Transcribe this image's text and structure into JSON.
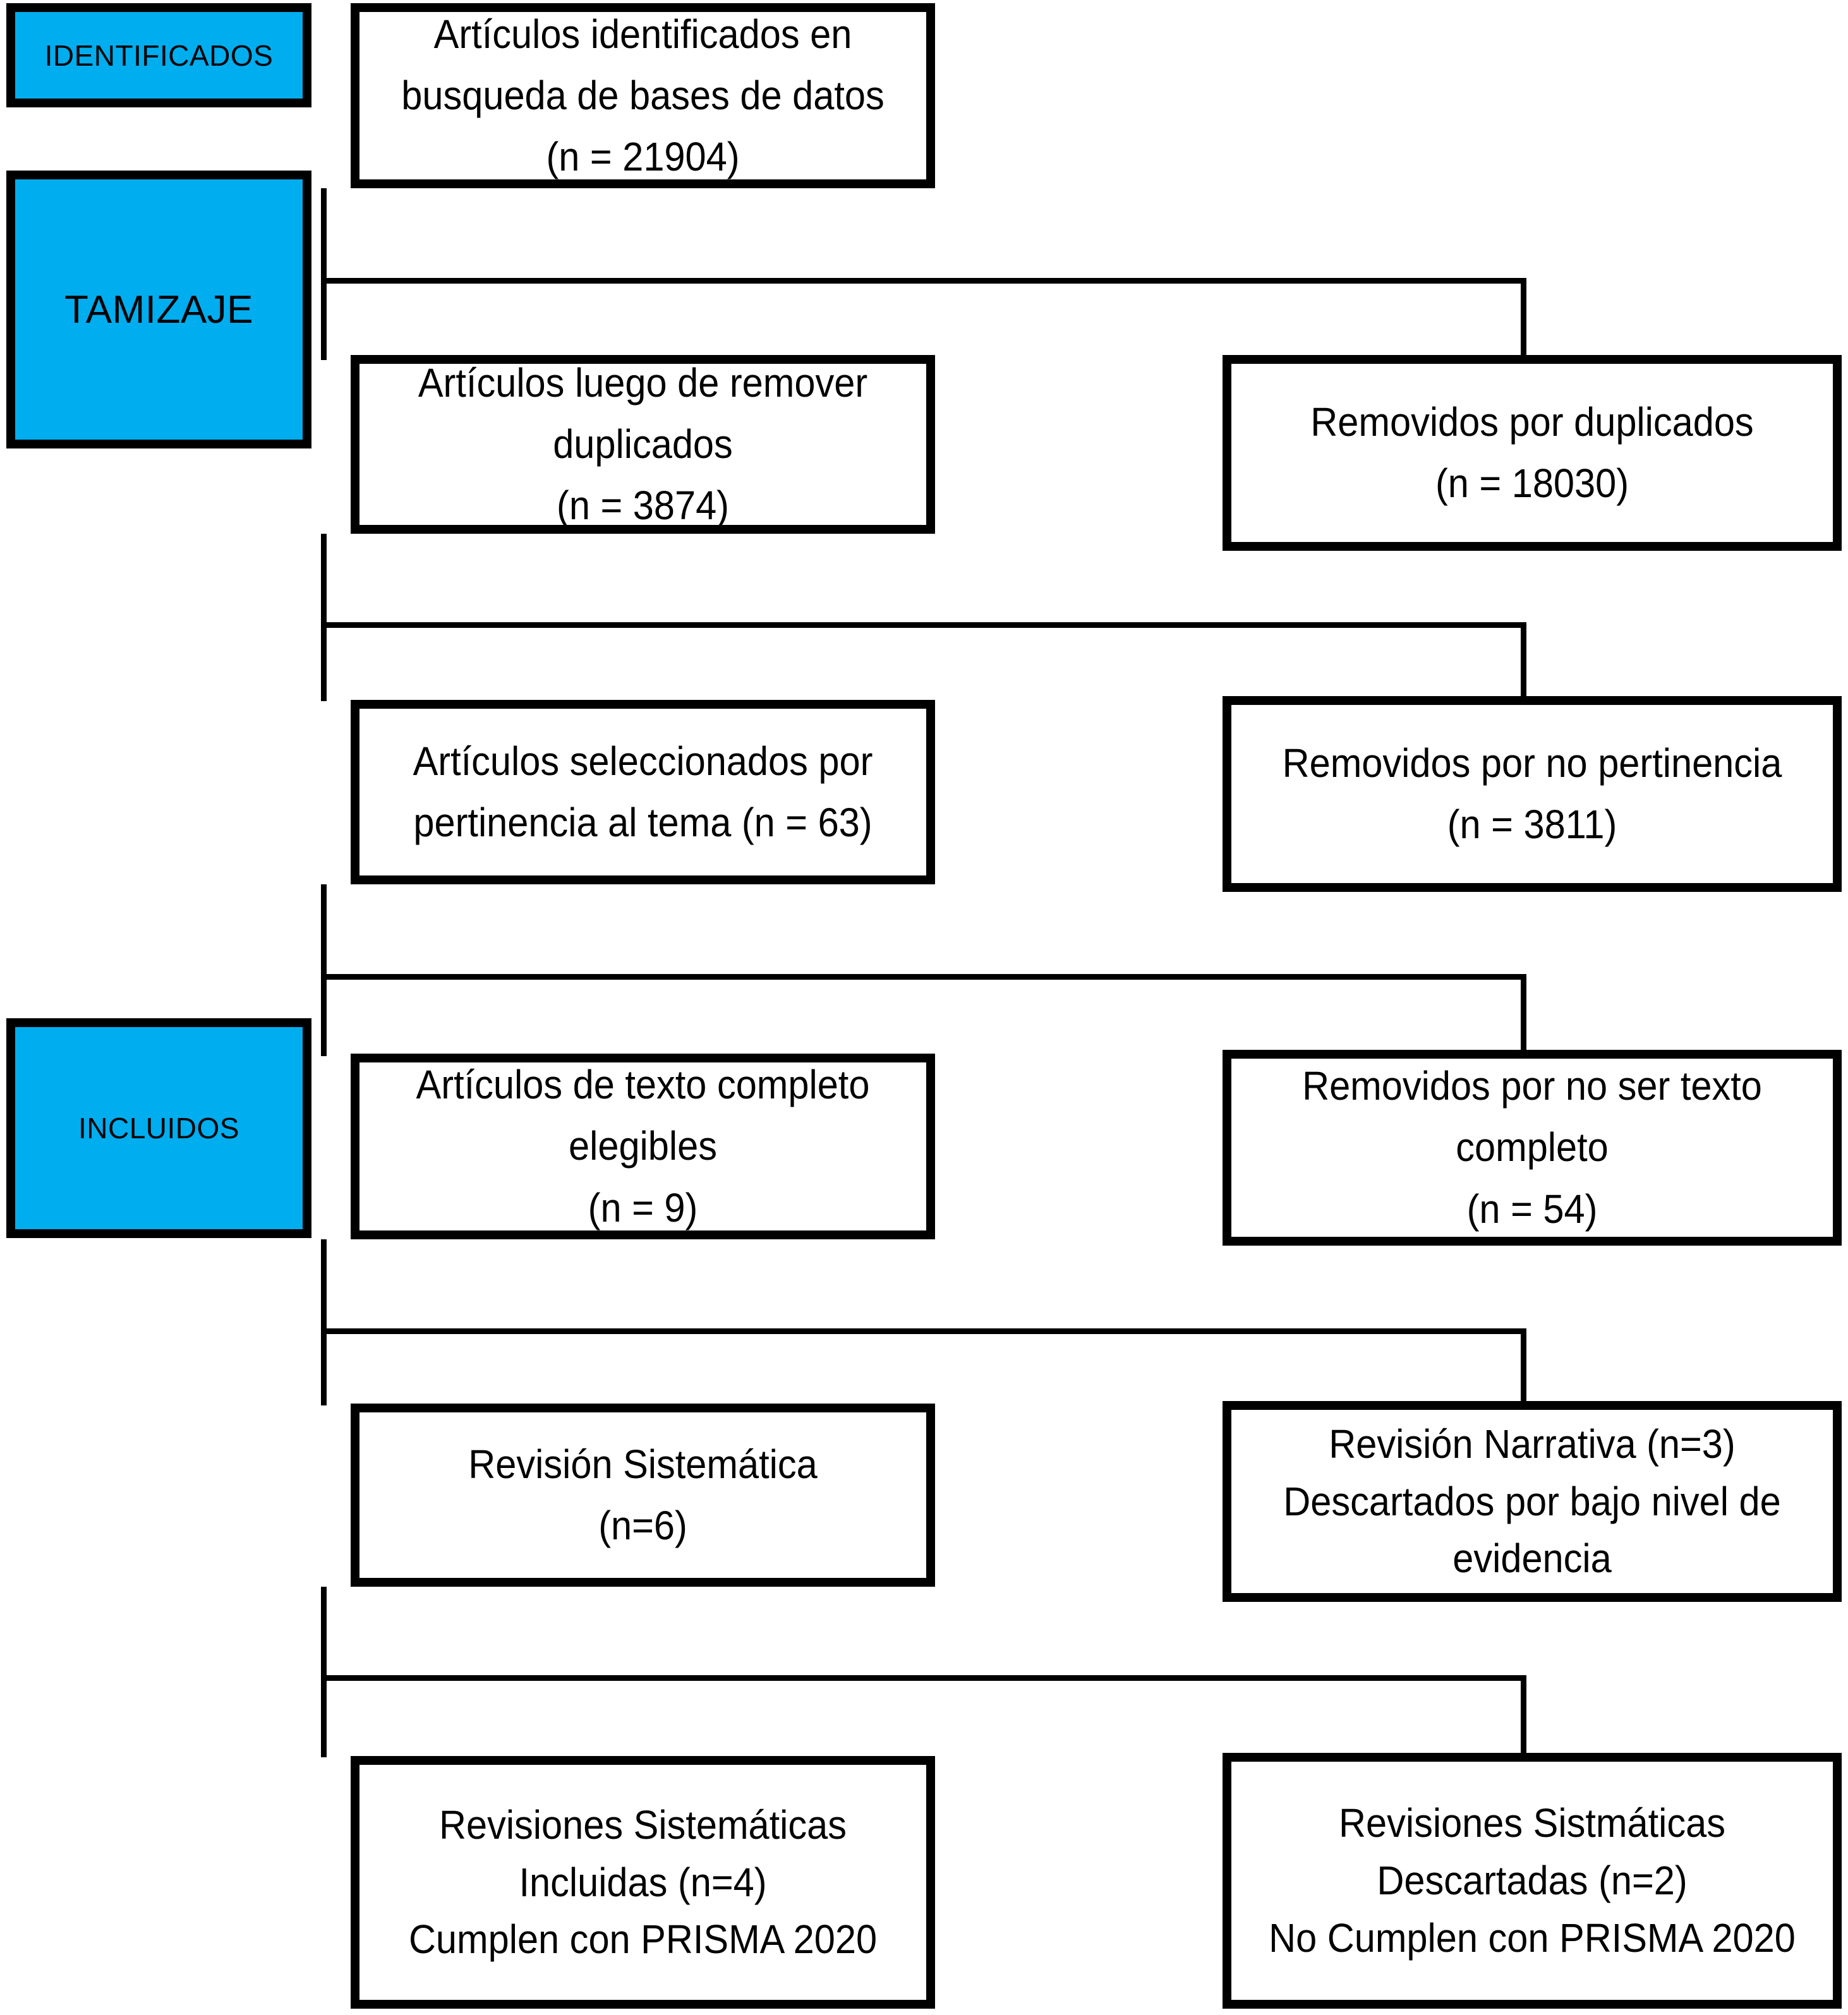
{
  "diagram": {
    "type": "prisma-flow-diagram",
    "language": "es",
    "accent_color": "#00ADEE",
    "line_color": "#000000",
    "background": "#FFFFFF"
  },
  "stages": [
    {
      "id": "identificados",
      "label": "IDENTIFICADOS"
    },
    {
      "id": "tamizaje",
      "label": "TAMIZAJE"
    },
    {
      "id": "incluidos",
      "label": "INCLUIDOS"
    }
  ],
  "flow": [
    {
      "id": "identificados-box",
      "column": "main",
      "text": "Artículos identificados en busqueda de bases de datos (n = 21904)",
      "n": 21904
    },
    {
      "id": "sin-duplicados-box",
      "column": "main",
      "text": "Artículos luego de remover duplicados\n(n = 3874)",
      "n": 3874
    },
    {
      "id": "removidos-duplicados-box",
      "column": "excluded",
      "text": "Removidos por duplicados\n(n = 18030)",
      "n": 18030
    },
    {
      "id": "pertinencia-box",
      "column": "main",
      "text": "Artículos seleccionados por pertinencia al tema (n = 63)",
      "n": 63
    },
    {
      "id": "removidos-pertinencia-box",
      "column": "excluded",
      "text": "Removidos por no pertinencia\n(n = 3811)",
      "n": 3811
    },
    {
      "id": "texto-completo-box",
      "column": "main",
      "text": "Artículos de texto completo elegibles\n(n = 9)",
      "n": 9
    },
    {
      "id": "removidos-texto-box",
      "column": "excluded",
      "text": "Removidos por no ser texto completo\n(n = 54)",
      "n": 54
    },
    {
      "id": "revision-sistematica-box",
      "column": "main",
      "text": "Revisión Sistemática\n(n=6)",
      "n": 6
    },
    {
      "id": "revision-narrativa-box",
      "column": "excluded",
      "text": "Revisión Narrativa (n=3)\nDescartados por bajo nivel de evidencia",
      "n": 3
    },
    {
      "id": "incluidas-box",
      "column": "main",
      "text": "Revisiones Sistemáticas Incluidas (n=4)\nCumplen con PRISMA 2020",
      "n": 4
    },
    {
      "id": "descartadas-box",
      "column": "excluded",
      "text": "Revisiones Sistmáticas Descartadas (n=2)\nNo Cumplen con PRISMA 2020",
      "n": 2
    }
  ]
}
